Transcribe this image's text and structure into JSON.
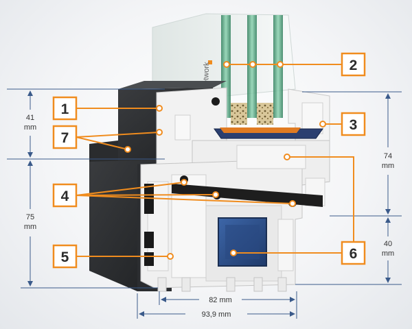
{
  "brand_logo_text": "tetwork",
  "callouts": [
    {
      "id": "1",
      "label": "1"
    },
    {
      "id": "2",
      "label": "2"
    },
    {
      "id": "3",
      "label": "3"
    },
    {
      "id": "4",
      "label": "4"
    },
    {
      "id": "5",
      "label": "5"
    },
    {
      "id": "6",
      "label": "6"
    },
    {
      "id": "7",
      "label": "7"
    }
  ],
  "dimensions": {
    "left_top_value": "41",
    "left_top_unit": "mm",
    "left_bottom_value": "75",
    "left_bottom_unit": "mm",
    "right_top_value": "74",
    "right_top_unit": "mm",
    "right_bottom_value": "40",
    "right_bottom_unit": "mm",
    "width_inner": "82 mm",
    "width_outer": "93,9 mm"
  },
  "colors": {
    "callout_orange": "#f08c1e",
    "callout_fill": "#ffffff",
    "gasket_black": "#1c1c1c",
    "pvc_white": "#f2f2f2",
    "steel_blue": "#2d4f86",
    "glass_green": "#4f9e7a"
  }
}
